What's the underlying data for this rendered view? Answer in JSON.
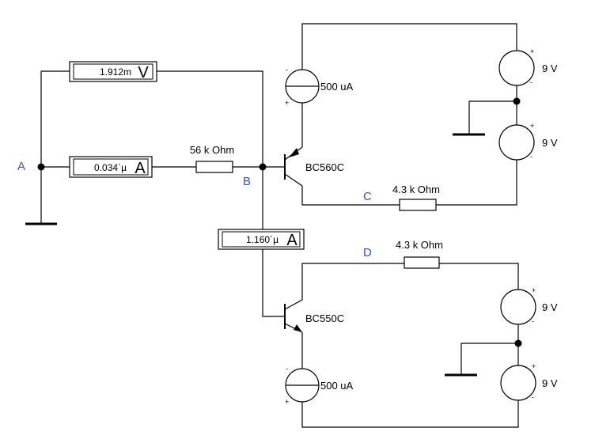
{
  "nodes": {
    "a": "A",
    "b": "B",
    "c": "C",
    "d": "D"
  },
  "voltmeter": {
    "value": "1.912m",
    "unit": "V"
  },
  "ammeter_left": {
    "value": "0.034´µ",
    "unit": "A"
  },
  "ammeter_mid": {
    "value": "1.160´µ",
    "unit": "A"
  },
  "resistor_base": "56 k Ohm",
  "resistor_upper": "4.3 k Ohm",
  "resistor_lower": "4.3 k Ohm",
  "transistor_upper": "BC560C",
  "transistor_lower": "BC550C",
  "current_source_upper": "500 uA",
  "current_source_lower": "500 uA",
  "batteries": [
    "9 V",
    "9 V",
    "9 V",
    "9 V"
  ],
  "polarity": {
    "plus": "+",
    "minus": "-"
  }
}
